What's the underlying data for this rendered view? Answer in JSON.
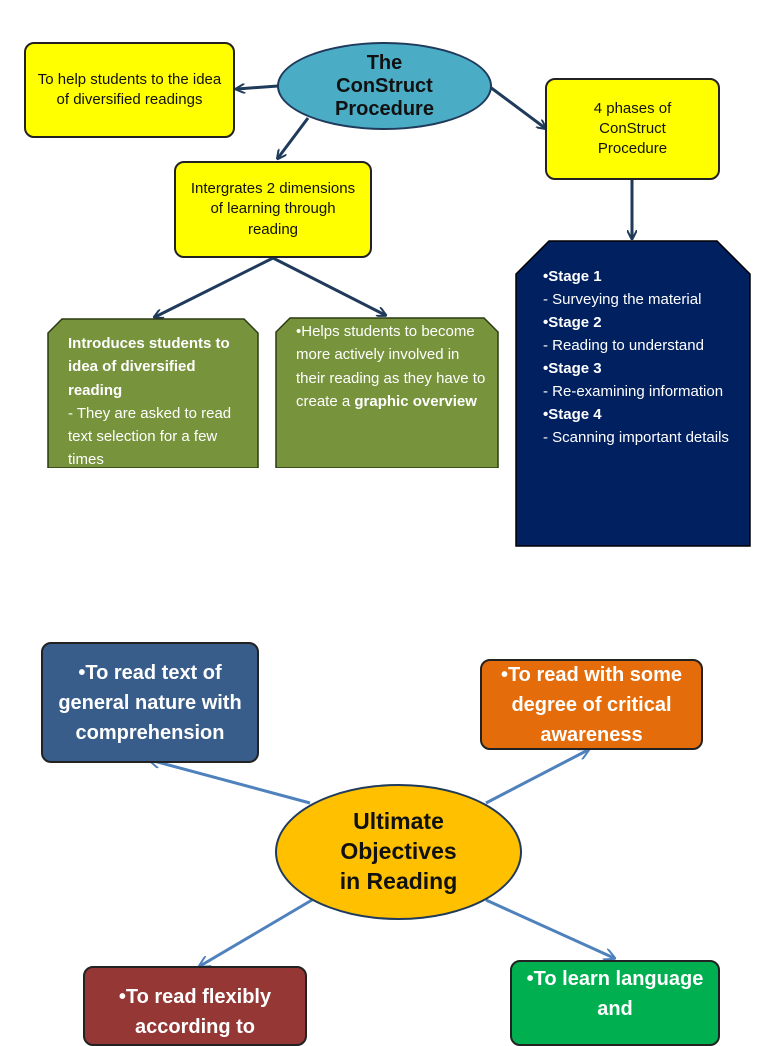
{
  "colors": {
    "yellow": "#ffff00",
    "title_ellipse": "#4bacc6",
    "green_card": "#77933c",
    "navy_card": "#002060",
    "objective_center": "#ffc000",
    "obj_blue": "#385d8a",
    "obj_orange": "#e46c0a",
    "obj_red": "#953735",
    "obj_green": "#00b050",
    "top_arrows": "#1f3a5a",
    "bottom_arrows": "#4f81bd"
  },
  "construct": {
    "title": [
      "The",
      "ConStruct",
      "Procedure"
    ],
    "left_goal": "To help students to the idea of diversified readings",
    "integrates": "Intergrates 2 dimensions of learning through reading",
    "phases_box": "4 phases of ConStruct Procedure",
    "green_left": {
      "bold": "Introduces students to idea of diversified reading",
      "rest": "- They are asked to read text selection for a few times"
    },
    "green_right": {
      "pre": "•Helps students to become more actively involved in their reading as they have to create a ",
      "bold": "graphic overview"
    },
    "stages": [
      {
        "label": "•Stage 1",
        "desc": "- Surveying the material"
      },
      {
        "label": "•Stage 2",
        "desc": "- Reading to understand"
      },
      {
        "label": "•Stage 3",
        "desc": "- Re-examining information"
      },
      {
        "label": "•Stage 4",
        "desc": "- Scanning important details"
      }
    ]
  },
  "objectives": {
    "center": [
      "Ultimate",
      "Objectives",
      "in Reading"
    ],
    "top_left": "•To read text of general nature with comprehension",
    "top_right": "•To read with some degree of critical awareness",
    "bottom_left": "•To read flexibly according to",
    "bottom_right": "•To learn language and"
  }
}
